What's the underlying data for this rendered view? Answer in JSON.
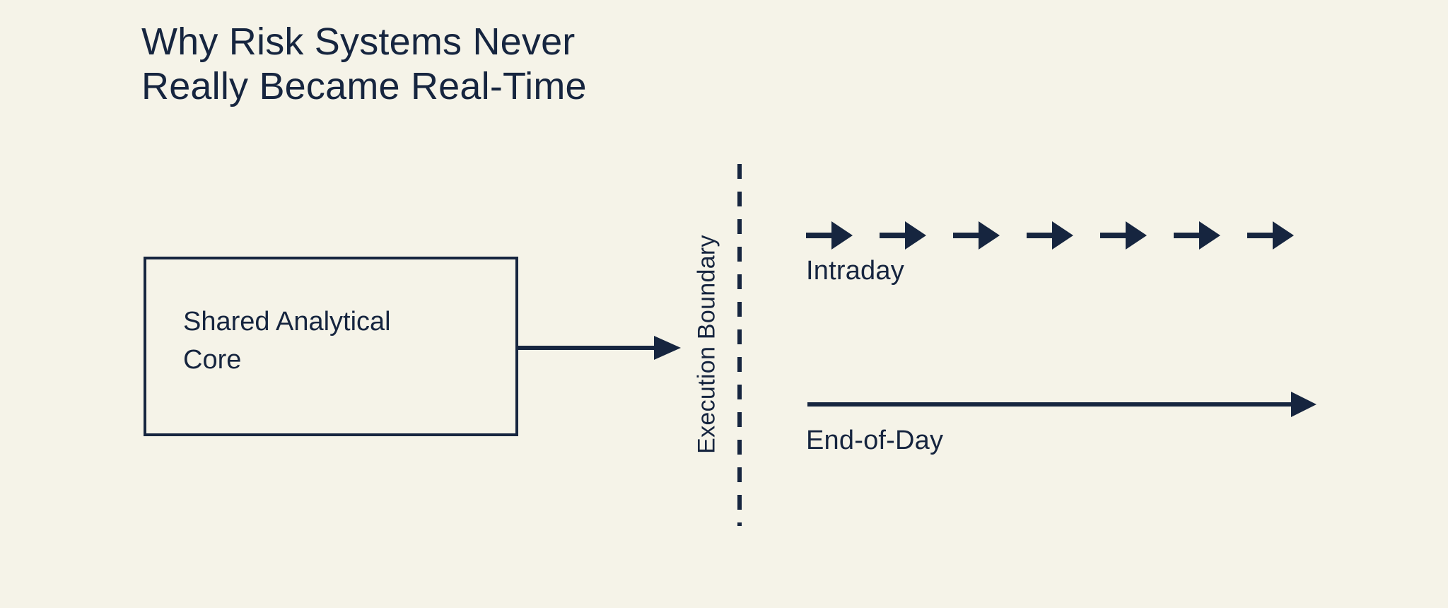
{
  "meta": {
    "background_color": "#f5f3e8",
    "ink_color": "#16253f"
  },
  "title": {
    "text": "Why Risk Systems Never\nReally Became Real-Time",
    "line1": "Why Risk Systems Never",
    "line2": "Really Became Real-Time"
  },
  "diagram": {
    "core_box": {
      "label": "Shared Analytical\nCore",
      "line1": "Shared Analytical",
      "line2": "Core"
    },
    "connector": {
      "name": "flow-arrow"
    },
    "boundary": {
      "label": "Execution Boundary",
      "style": "dashed-vertical"
    },
    "lanes": [
      {
        "id": "intraday",
        "label": "Intraday",
        "marker": "repeated-short-arrows",
        "arrow_count": 7
      },
      {
        "id": "end-of-day",
        "label": "End-of-Day",
        "marker": "single-long-arrow",
        "arrow_count": 1
      }
    ]
  }
}
